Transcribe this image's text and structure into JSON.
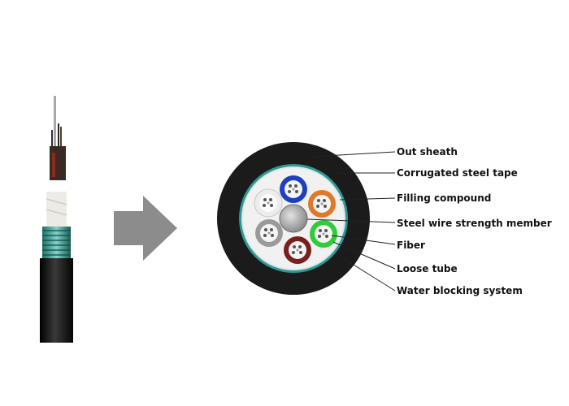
{
  "labels": {
    "out_sheath": "Out sheath",
    "corrugated_steel_tape": "Corrugated steel tape",
    "filling_compound": "Filling compound",
    "steel_wire_strength_member": "Steel wire strength member",
    "fiber": "Fiber",
    "loose_tube": "Loose tube",
    "water_blocking_system": "Water blocking system"
  },
  "colors": {
    "sheath": "#1b1b1b",
    "steel_tape": "#2f9a95",
    "tube_blue": "#1f3fbf",
    "tube_orange": "#e07a2a",
    "tube_green": "#2ecc3a",
    "tube_brown": "#7a1e1e",
    "tube_grey": "#9a9a9a",
    "tube_white": "#ececec",
    "arrow": "#8c8c8c"
  },
  "icons": {
    "arrow": "right-arrow-icon"
  }
}
